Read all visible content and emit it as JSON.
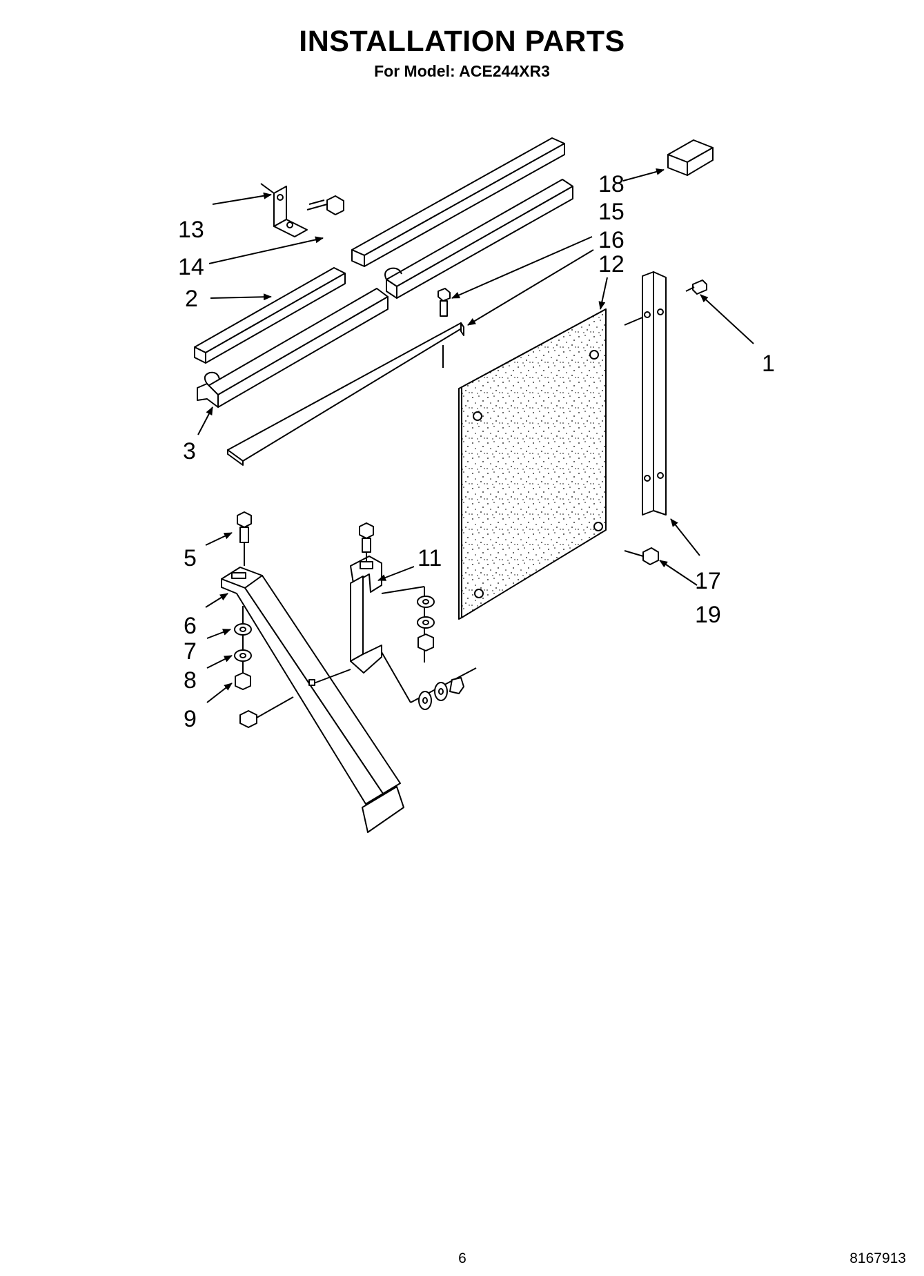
{
  "header": {
    "title": "INSTALLATION PARTS",
    "subtitle": "For Model: ACE244XR3"
  },
  "callouts": {
    "c1": "1",
    "c2": "2",
    "c3": "3",
    "c5": "5",
    "c6": "6",
    "c7": "7",
    "c8": "8",
    "c9": "9",
    "c11": "11",
    "c12": "12",
    "c13": "13",
    "c14": "14",
    "c15": "15",
    "c16": "16",
    "c17": "17",
    "c18": "18",
    "c19": "19"
  },
  "footer": {
    "page_number": "6",
    "doc_number": "8167913"
  }
}
